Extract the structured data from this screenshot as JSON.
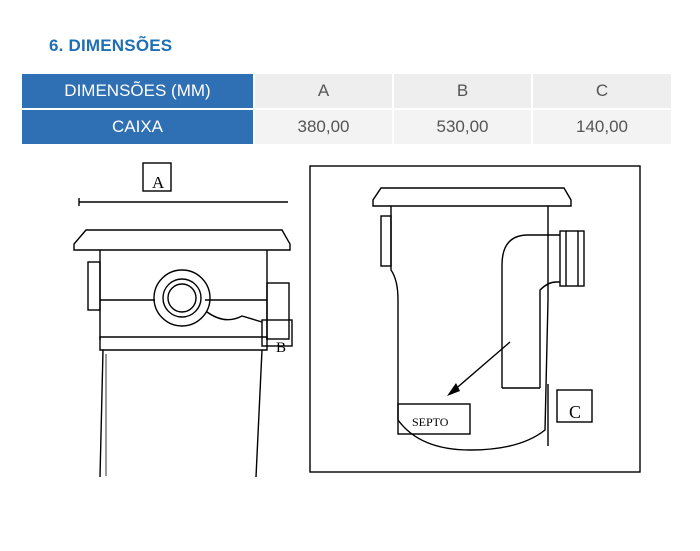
{
  "section": {
    "title": "6.  DIMENSÕES"
  },
  "table": {
    "header_label": "DIMENSÕES (MM)",
    "columns": [
      "A",
      "B",
      "C"
    ],
    "row_label": "CAIXA",
    "values": [
      "380,00",
      "530,00",
      "140,00"
    ]
  },
  "drawing_left": {
    "label_a": "A",
    "label_b": "B"
  },
  "drawing_right": {
    "septo_label": "SEPTO",
    "label_c": "C"
  }
}
